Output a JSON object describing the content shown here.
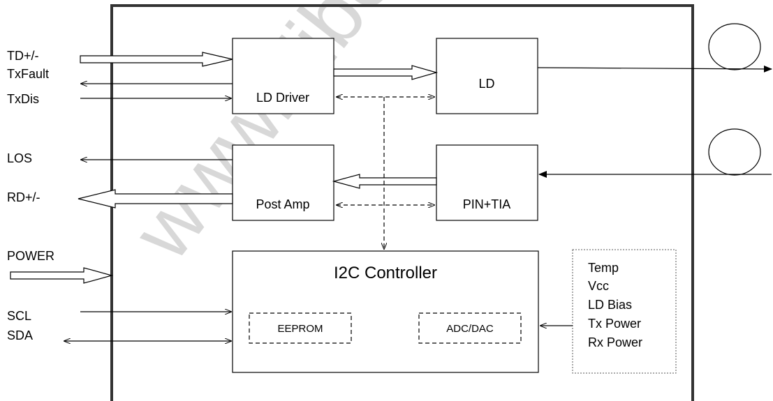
{
  "watermark": "www.Fiber",
  "signals_left": {
    "td": "TD+/-",
    "txfault": "TxFault",
    "txdis": "TxDis",
    "los": "LOS",
    "rd": "RD+/-",
    "power": "POWER",
    "scl": "SCL",
    "sda": "SDA"
  },
  "blocks": {
    "ld_driver": "LD Driver",
    "ld": "LD",
    "post_amp": "Post Amp",
    "pin_tia": "PIN+TIA",
    "i2c_controller": "I2C Controller",
    "eeprom": "EEPROM",
    "adc_dac": "ADC/DAC"
  },
  "monitors": [
    "Temp",
    "Vcc",
    "LD Bias",
    "Tx Power",
    "Rx Power"
  ]
}
